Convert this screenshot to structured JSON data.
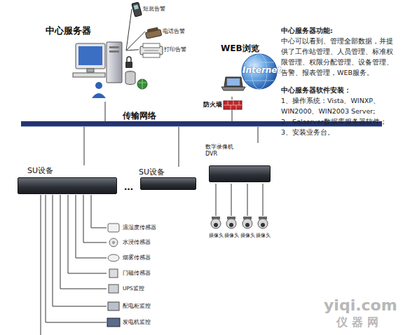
{
  "diagram": {
    "nodes": [
      {
        "text": [
          "中心服务器"
        ]
      },
      {
        "text": [
          "短息告警"
        ]
      },
      {
        "text": [
          "电话告警"
        ]
      },
      {
        "text": [
          "打印告警"
        ]
      },
      {
        "text": [
          "WEB浏览"
        ]
      },
      {
        "text": [
          "防火墙"
        ]
      },
      {
        "text": [
          "传输网络"
        ]
      },
      {
        "text": [
          "SU设备"
        ]
      },
      {
        "text": [
          "SU设备"
        ]
      },
      {
        "text": [
          "数字录像机 DVR"
        ]
      },
      {
        "text": [
          "摄像头"
        ]
      },
      {
        "text": [
          "摄像头"
        ]
      },
      {
        "text": [
          "摄像头"
        ]
      },
      {
        "text": [
          "摄像头"
        ]
      },
      {
        "text": [
          "温湿度传感器"
        ]
      },
      {
        "text": [
          "水浸传感器"
        ]
      },
      {
        "text": [
          "烟雾传感器"
        ]
      },
      {
        "text": [
          "门磁传感器"
        ]
      },
      {
        "text": [
          "UPS监控"
        ]
      },
      {
        "text": [
          "配电柜监控"
        ]
      },
      {
        "text": [
          "发电机监控"
        ]
      }
    ],
    "edges": [
      {
        "from": 0,
        "to": 1,
        "arrow": "none"
      },
      {
        "from": 0,
        "to": 2,
        "arrow": "none"
      },
      {
        "from": 0,
        "to": 3,
        "arrow": "none"
      },
      {
        "from": 4,
        "to": 5,
        "arrow": "none"
      },
      {
        "from": 0,
        "to": 6,
        "arrow": "none"
      },
      {
        "from": 5,
        "to": 6,
        "arrow": "none"
      },
      {
        "from": 6,
        "to": 7,
        "arrow": "none"
      },
      {
        "from": 6,
        "to": 8,
        "arrow": "none"
      },
      {
        "from": 6,
        "to": 9,
        "arrow": "none"
      },
      {
        "from": 9,
        "to": 10,
        "arrow": "none"
      },
      {
        "from": 9,
        "to": 11,
        "arrow": "none"
      },
      {
        "from": 9,
        "to": 12,
        "arrow": "none"
      },
      {
        "from": 9,
        "to": 13,
        "arrow": "none"
      },
      {
        "from": 7,
        "to": 14,
        "arrow": "none"
      },
      {
        "from": 7,
        "to": 15,
        "arrow": "none"
      },
      {
        "from": 7,
        "to": 16,
        "arrow": "none"
      },
      {
        "from": 7,
        "to": 17,
        "arrow": "none"
      },
      {
        "from": 7,
        "to": 18,
        "arrow": "none"
      },
      {
        "from": 7,
        "to": 19,
        "arrow": "none"
      },
      {
        "from": 7,
        "to": 20,
        "arrow": "none"
      }
    ],
    "labels": [
      "中心服务器功能:",
      "中心可以看到、管理全部数据，并提供了工作站管理、人员管理、标准权限管理、权限分配管理、设备管理、告警、报表管理，WEB服务。",
      "中心服务器软件安装：",
      "1、操作系统：Vista、WINXP、WIN2000、WIN2003 Server;",
      "2、Sqlserver数据库服务器软件；",
      "3、安装业务台。",
      "Internet",
      "…",
      "yiqi.com",
      "仪器网"
    ]
  }
}
